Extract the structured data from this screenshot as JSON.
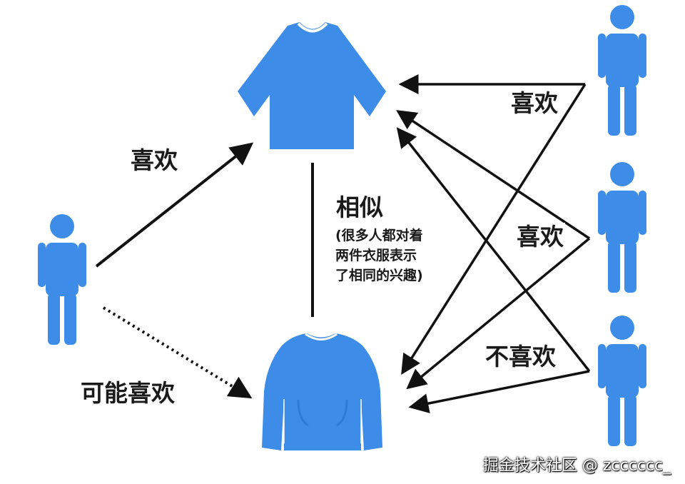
{
  "colors": {
    "figure": "#3D8DE8",
    "arrow": "#111111"
  },
  "labels": {
    "likes_left": "喜欢",
    "maybe_likes": "可能喜欢",
    "similar": "相似",
    "similar_note": "(很多人都对着\n两件衣服表示\n了相同的兴趣)",
    "likes_right_top": "喜欢",
    "likes_right_mid": "喜欢",
    "dislikes_right_bottom": "不喜欢"
  },
  "icons": {
    "left_user": "person-icon",
    "tshirt": "tshirt-icon",
    "sweatshirt": "sweatshirt-icon",
    "right_users": [
      "person-icon",
      "person-icon",
      "person-icon"
    ]
  },
  "watermark": "掘金技术社区 @ zcccccc_"
}
